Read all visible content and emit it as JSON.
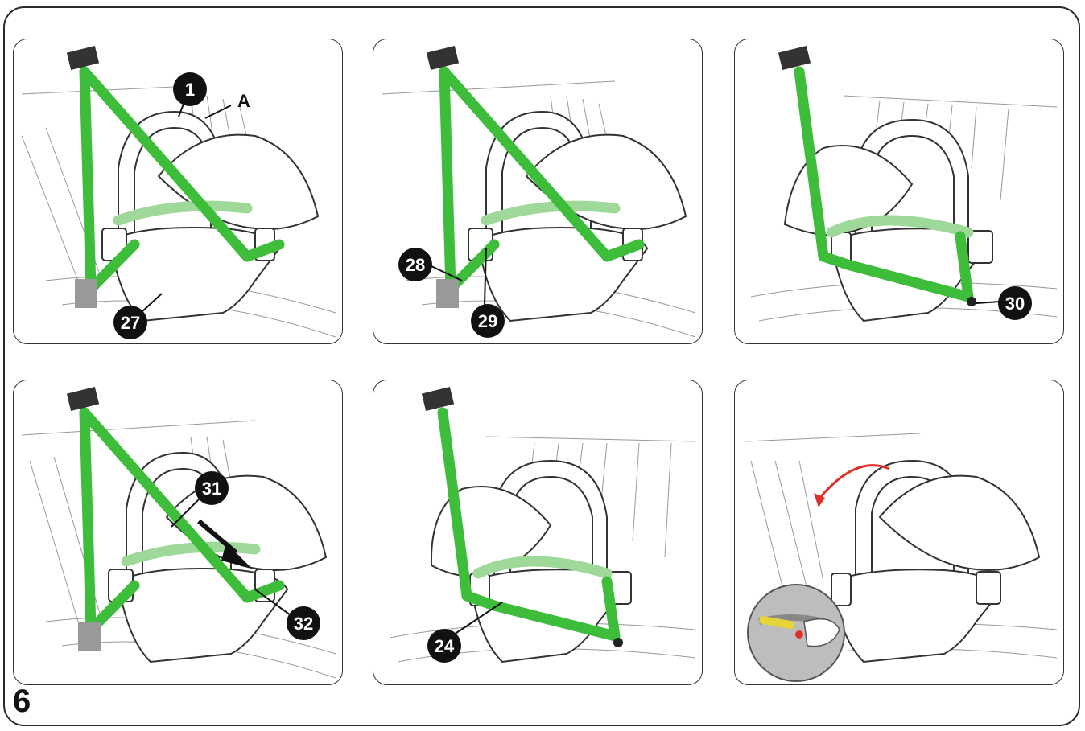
{
  "figure": {
    "number": "6"
  },
  "colors": {
    "belt": "#3dbd3a",
    "belt_faded": "#9fd99a",
    "badge": "#111111",
    "outline": "#333333",
    "arrow_red": "#e0302a"
  },
  "panels": [
    {
      "id": "step-1",
      "labels": {
        "top": "1",
        "letter": "A",
        "bottom": "27"
      }
    },
    {
      "id": "step-2",
      "labels": {
        "left": "28",
        "right": "29"
      }
    },
    {
      "id": "step-3",
      "labels": {
        "right": "30"
      }
    },
    {
      "id": "step-4",
      "labels": {
        "top": "31",
        "bottom": "32"
      }
    },
    {
      "id": "step-5",
      "labels": {
        "bottom": "24"
      }
    },
    {
      "id": "step-6",
      "labels": {}
    }
  ]
}
